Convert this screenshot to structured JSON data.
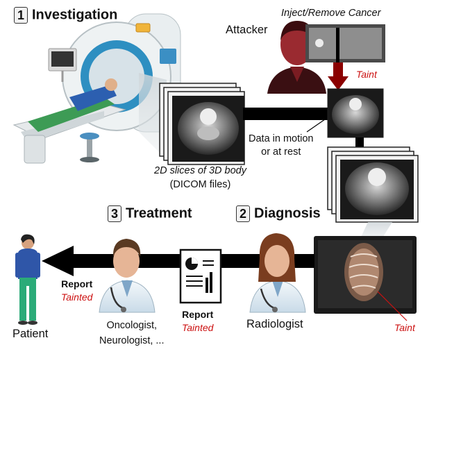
{
  "stages": [
    {
      "number": "1",
      "title": "Investigation"
    },
    {
      "number": "2",
      "title": "Diagnosis"
    },
    {
      "number": "3",
      "title": "Treatment"
    }
  ],
  "attacker": {
    "label": "Attacker",
    "action": "Inject/Remove Cancer",
    "taint_label": "Taint"
  },
  "data_transfer": {
    "line1": "Data in motion",
    "line2": "or at rest"
  },
  "slices": {
    "caption_line1": "2D slices of 3D body",
    "caption_line2": "(DICOM files)"
  },
  "monitor": {
    "taint_label": "Taint"
  },
  "radiologist": {
    "label": "Radiologist"
  },
  "report": {
    "label": "Report",
    "status": "Tainted"
  },
  "treatment_report": {
    "label": "Report",
    "status": "Tainted"
  },
  "specialists": {
    "line1": "Oncologist,",
    "line2": "Neurologist, ..."
  },
  "patient": {
    "label": "Patient"
  },
  "colors": {
    "taint_red": "#cc1111",
    "arrow_black": "#000000",
    "attacker_arrow": "#8b0000"
  },
  "icons": [
    "mri-scanner-icon",
    "attacker-icon",
    "ct-slice-stack-icon",
    "monitor-3d-body-icon",
    "doctor-icon",
    "report-document-icon",
    "patient-icon"
  ]
}
